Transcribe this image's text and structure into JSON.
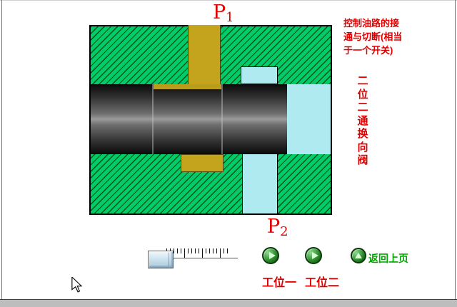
{
  "diagram": {
    "p1": {
      "letter": "P",
      "sub": "1"
    },
    "p2": {
      "letter": "P",
      "sub": "2"
    }
  },
  "annotation": {
    "lines": [
      "控制油路的接",
      "通与切断(相当",
      "于一个开关)"
    ]
  },
  "valve_name": {
    "chars": [
      "二",
      "位",
      "二",
      "通",
      "换",
      "向",
      "阀"
    ]
  },
  "controls": {
    "station1": "工位一",
    "station2": "工位二",
    "back": "返回上页"
  },
  "colors": {
    "body_green": "#00cd66",
    "oil_yellow": "#c4a41c",
    "fluid_cyan": "#aeeaf0",
    "label_red": "#e00000",
    "back_green": "#00a600",
    "spool_dark": "#0a0a0a"
  }
}
